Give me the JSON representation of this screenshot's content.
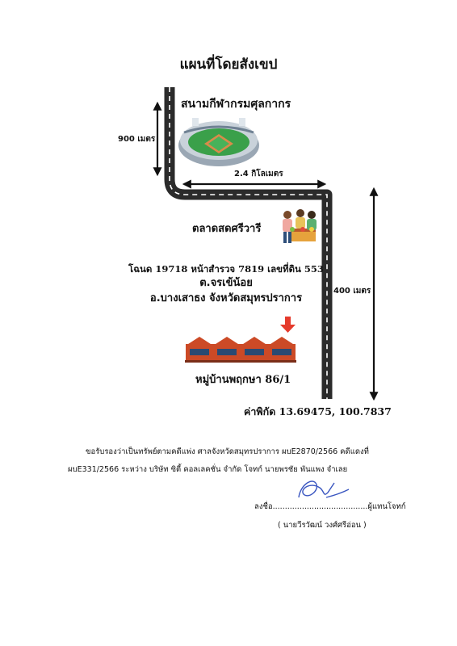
{
  "title": "แผนที่โดยสังเขป",
  "stadium": {
    "name": "สนามกีฬากรมศุลกากร"
  },
  "distances": {
    "vertical_top": "900 เมตร",
    "horizontal": "2.4 กิโลเมตร",
    "vertical_right": "400 เมตร"
  },
  "market": {
    "name": "ตลาดสดศรีวารี"
  },
  "address": {
    "line1": "โฉนด 19718 หน้าสำรวจ 7819 เลขที่ดิน 553",
    "line2": "ต.จรเข้น้อย",
    "line3": "อ.บางเสาธง จังหวัดสมุทรปราการ"
  },
  "village": {
    "name": "หมู่บ้านพฤกษา 86/1"
  },
  "coordinates": "ค่าพิกัด 13.69475, 100.7837",
  "certification": {
    "line1": "ขอรับรองว่าเป็นทรัพย์ตามคดีแพ่ง  ศาลจังหวัดสมุทรปราการ ผบE2870/2566 คดีแดงที่",
    "line2": "ผบE331/2566 ระหว่าง บริษัท ซิตี้ คอลเลคชั่น จำกัด โจทก์ นายพรชัย พันแพง จำเลย"
  },
  "signature": {
    "label": "ลงชื่อ.......................................ผู้แทนโจทก์",
    "name": "( นายวีรวัฒน์ วงศ์ศรีอ่อน )"
  },
  "colors": {
    "road": "#2b2b2b",
    "road_line": "#ffffff",
    "arrow": "#e53b2c",
    "house": "#cc4a26",
    "field": "#3aa04a"
  }
}
